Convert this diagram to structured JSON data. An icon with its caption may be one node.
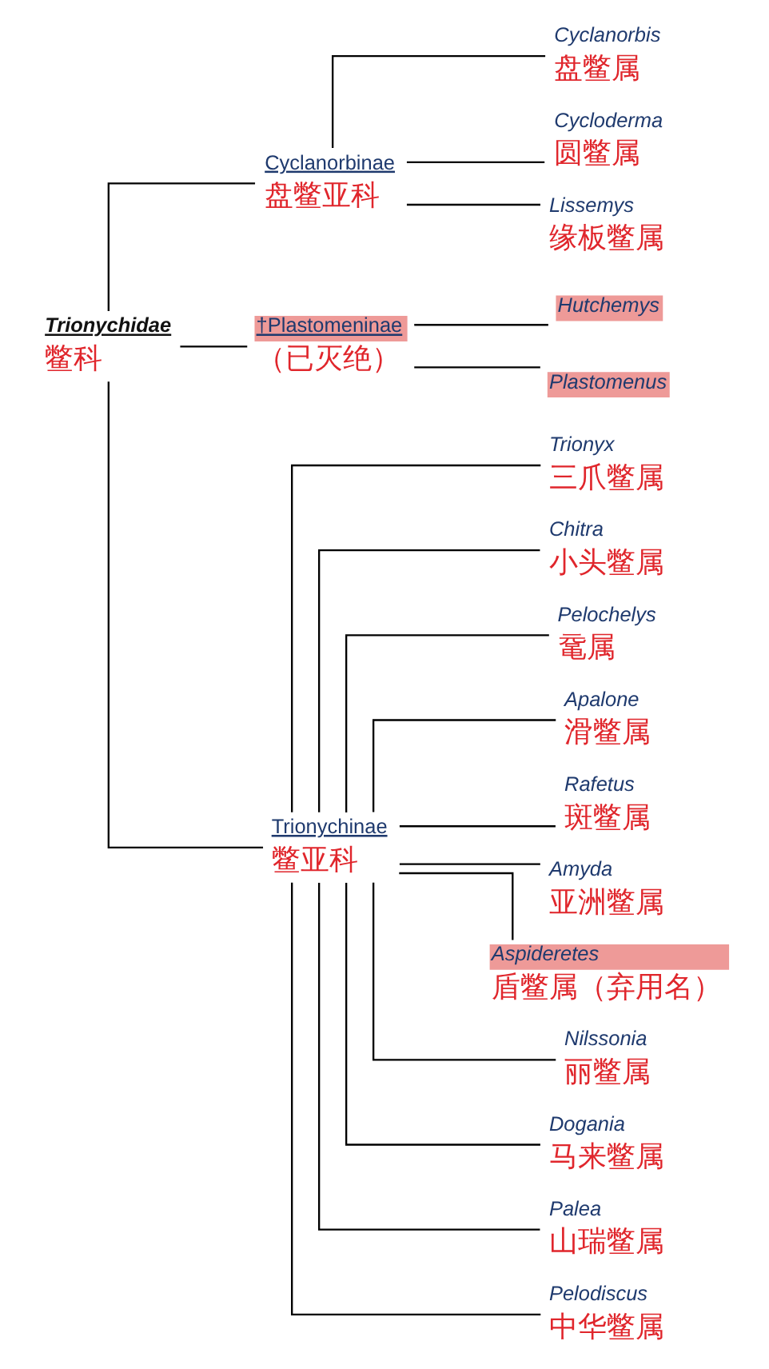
{
  "diagram": {
    "nodes": [
      {
        "text": [
          "Trionychidae",
          "鳖科"
        ]
      },
      {
        "text": [
          "Cyclanorbinae",
          "盘鳖亚科"
        ]
      },
      {
        "text": [
          "Cyclanorbis",
          "盘鳖属"
        ]
      },
      {
        "text": [
          "Cycloderma",
          "圆鳖属"
        ]
      },
      {
        "text": [
          "Lissemys",
          "缘板鳖属"
        ]
      },
      {
        "text": [
          "†Plastomeninae",
          "（已灭绝）"
        ]
      },
      {
        "text": [
          "Hutchemys"
        ]
      },
      {
        "text": [
          "Plastomenus"
        ]
      },
      {
        "text": [
          "Trionychinae",
          "鳖亚科"
        ]
      },
      {
        "text": [
          "Trionyx",
          "三爪鳖属"
        ]
      },
      {
        "text": [
          "Chitra",
          "小头鳖属"
        ]
      },
      {
        "text": [
          "Pelochelys",
          "鼋属"
        ]
      },
      {
        "text": [
          "Apalone",
          "滑鳖属"
        ]
      },
      {
        "text": [
          "Rafetus",
          "斑鳖属"
        ]
      },
      {
        "text": [
          "Amyda",
          "亚洲鳖属"
        ]
      },
      {
        "text": [
          "Aspideretes",
          "盾鳖属（弃用名）"
        ]
      },
      {
        "text": [
          "Nilssonia",
          "丽鳖属"
        ]
      },
      {
        "text": [
          "Dogania",
          "马来鳖属"
        ]
      },
      {
        "text": [
          "Palea",
          "山瑞鳖属"
        ]
      },
      {
        "text": [
          "Pelodiscus",
          "中华鳖属"
        ]
      }
    ],
    "edges": [
      {
        "from": 0,
        "to": 1,
        "arrow": "none"
      },
      {
        "from": 0,
        "to": 5,
        "arrow": "none"
      },
      {
        "from": 0,
        "to": 8,
        "arrow": "none"
      },
      {
        "from": 1,
        "to": 2,
        "arrow": "none"
      },
      {
        "from": 1,
        "to": 3,
        "arrow": "none"
      },
      {
        "from": 1,
        "to": 4,
        "arrow": "none"
      },
      {
        "from": 5,
        "to": 6,
        "arrow": "none"
      },
      {
        "from": 5,
        "to": 7,
        "arrow": "none"
      },
      {
        "from": 8,
        "to": 9,
        "arrow": "none"
      },
      {
        "from": 8,
        "to": 10,
        "arrow": "none"
      },
      {
        "from": 8,
        "to": 11,
        "arrow": "none"
      },
      {
        "from": 8,
        "to": 12,
        "arrow": "none"
      },
      {
        "from": 8,
        "to": 13,
        "arrow": "none"
      },
      {
        "from": 8,
        "to": 14,
        "arrow": "none"
      },
      {
        "from": 8,
        "to": 15,
        "arrow": "none"
      },
      {
        "from": 8,
        "to": 16,
        "arrow": "none"
      },
      {
        "from": 8,
        "to": 17,
        "arrow": "none"
      },
      {
        "from": 8,
        "to": 18,
        "arrow": "none"
      },
      {
        "from": 8,
        "to": 19,
        "arrow": "none"
      }
    ]
  }
}
